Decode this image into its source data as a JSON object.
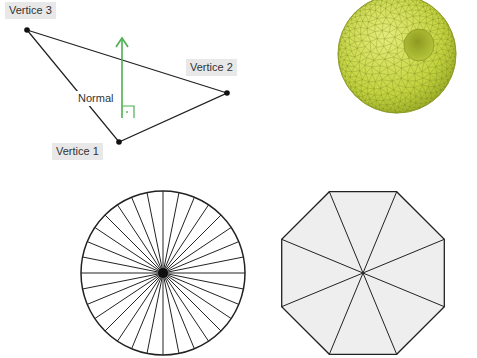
{
  "diagram": {
    "nodes": [
      {
        "text": [
          "Vertice 3"
        ]
      },
      {
        "text": [
          "Vertice 2"
        ]
      },
      {
        "text": [
          "Vertice 1"
        ]
      }
    ],
    "labels": [
      "Normal"
    ]
  }
}
